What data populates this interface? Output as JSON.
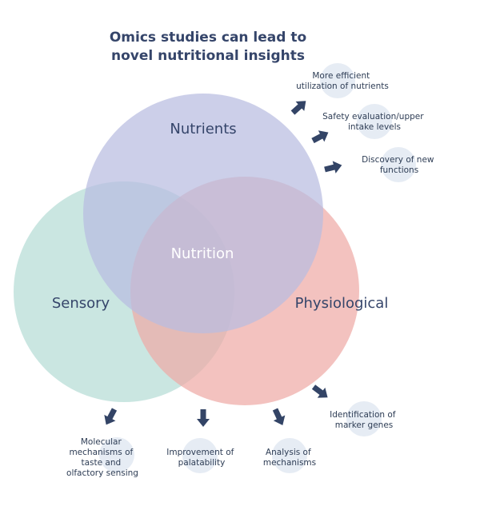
{
  "title": {
    "line1": "Omics studies can lead to",
    "line2": "novel nutritional insights"
  },
  "circles": {
    "nutrients": {
      "label": "Nutrients",
      "color": "#b9bde0"
    },
    "sensory": {
      "label": "Sensory",
      "color": "#b5ddd6"
    },
    "physiological": {
      "label": "Physiological",
      "color": "#eeaaa6"
    },
    "center": {
      "label": "Nutrition"
    }
  },
  "outcomes": {
    "nutrients": [
      {
        "lines": [
          "More efficient",
          "utilization of nutrients"
        ]
      },
      {
        "lines": [
          "Safety evaluation/upper",
          "intake levels"
        ]
      },
      {
        "lines": [
          "Discovery of new",
          "functions"
        ]
      }
    ],
    "physiological": [
      {
        "lines": [
          "Identification of",
          "marker genes"
        ]
      }
    ],
    "bottom": [
      {
        "lines": [
          "Molecular",
          "mechanisms of",
          "taste and",
          "olfactory sensing"
        ]
      },
      {
        "lines": [
          "Improvement of",
          "palatability"
        ]
      },
      {
        "lines": [
          "Analysis of",
          "mechanisms"
        ]
      }
    ]
  },
  "colors": {
    "arrow": "#334466",
    "bubble": "#e6ecf4",
    "text": "#2e3d55"
  }
}
